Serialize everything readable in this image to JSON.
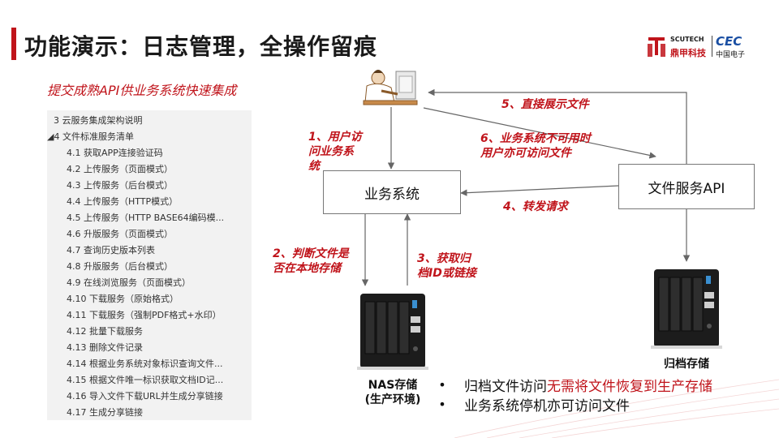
{
  "title": "功能演示：日志管理，全操作留痕",
  "logo": {
    "scutech": "SCUTECH",
    "cn": "鼎甲科技",
    "cec": "CEC",
    "cec_cn": "中国电子"
  },
  "subtitle": "提交成熟API供业务系统快速集成",
  "toc": [
    "3 云服务集成架构说明",
    "◢4 文件标准服务清单",
    "4.1 获取APP连接验证码",
    "4.2 上传服务（页面模式）",
    "4.3 上传服务（后台模式）",
    "4.4 上传服务（HTTP模式）",
    "4.5 上传服务（HTTP BASE64编码模...",
    "4.6 升版服务（页面模式）",
    "4.7 查询历史版本列表",
    "4.8 升版服务（后台模式）",
    "4.9 在线浏览服务（页面模式）",
    "4.10 下载服务（原始格式）",
    "4.11 下载服务（强制PDF格式+水印）",
    "4.12 批量下载服务",
    "4.13  删除文件记录",
    "4.14 根据业务系统对象标识查询文件...",
    "4.15 根据文件唯一标识获取文档ID记...",
    "4.16 导入文件下载URL并生成分享链接",
    "4.17 生成分享链接"
  ],
  "diagram": {
    "business_system": "业务系统",
    "file_service_api": "文件服务API",
    "nas_caption_1": "NAS存储",
    "nas_caption_2": "(生产环境)",
    "archive_caption": "归档存储",
    "step1_l1": "1、用户访",
    "step1_l2": "问业务系",
    "step1_l3": "统",
    "step2_l1": "2、判断文件是",
    "step2_l2": "否在本地存储",
    "step3_l1": "3、获取归",
    "step3_l2": "档ID或链接",
    "step4": "4、转发请求",
    "step5": "5、直接展示文件",
    "step6_l1": "6、业务系统不可用时",
    "step6_l2": "用户亦可访问文件"
  },
  "bullets": {
    "b1_pre": "归档文件访问",
    "b1_hl": "无需将文件恢复到生产存储",
    "b2": "业务系统停机亦可访问文件"
  },
  "colors": {
    "accent": "#c0141b",
    "brand_blue": "#1a4fa3"
  }
}
